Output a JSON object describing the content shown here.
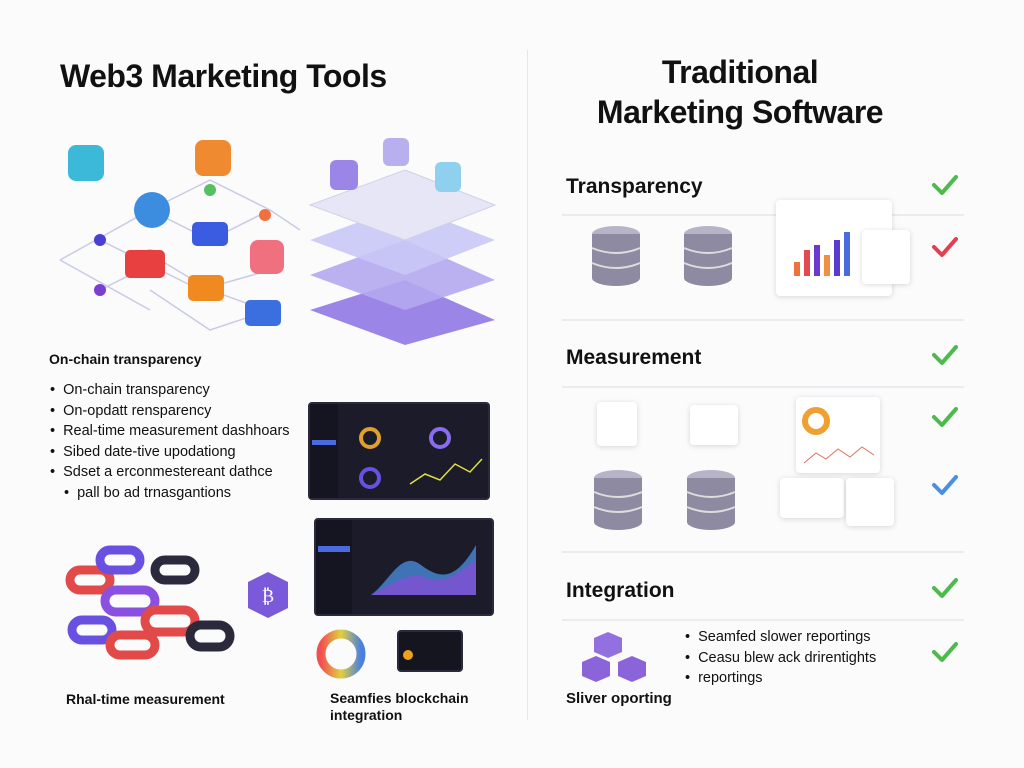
{
  "left": {
    "title": "Web3 Marketing Tools",
    "section_label": "On-chain transparency",
    "bullets": [
      "On-chain transparency",
      "On-opdatt rensparency",
      "Real-time measurement dashhoars",
      "Sibed date-tive upodationg",
      "Sdset a erconmestereant dathce",
      "pall bo ad trnasgantions"
    ],
    "caption_chain": "Rhal-time measurement",
    "caption_integration_1": "Seamfies blockchain",
    "caption_integration_2": "integration"
  },
  "right": {
    "title_line1": "Traditional",
    "title_line2": "Marketing Software",
    "sections": [
      "Transparency",
      "Measurement",
      "Integration"
    ],
    "bullets": [
      "Seamfed slower reportings",
      "Ceasu blew ack drirentights",
      "reportings"
    ],
    "caption": "Sliver oporting"
  },
  "icons": [
    "wifi-icon",
    "bitcoin-icon",
    "database-icon",
    "checkmark-icon",
    "chain-icon",
    "layers-icon"
  ],
  "colors": {
    "check_green": "#4cbb4c",
    "check_red": "#e04050",
    "check_blue": "#4a90e0",
    "accent_purple": "#8a6cf0",
    "dark_panel": "#1b1b2a"
  }
}
